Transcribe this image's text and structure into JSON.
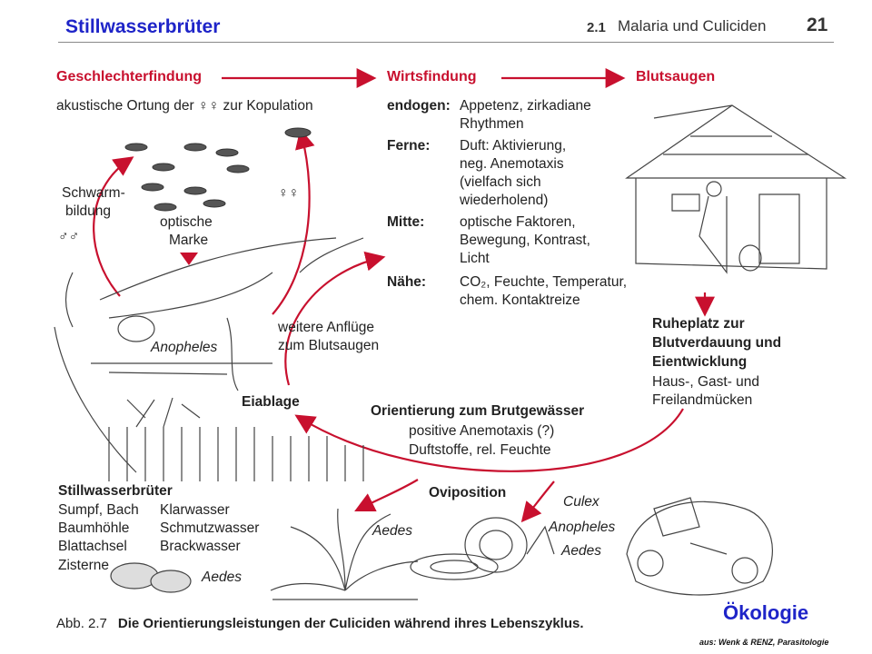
{
  "header": {
    "slide_title": "Stillwasserbrüter",
    "section_number": "2.1",
    "chapter_title": "Malaria und Culiciden",
    "page_number": "21"
  },
  "flow": {
    "geschlechterfindung": "Geschlechterfindung",
    "wirtsfindung": "Wirtsfindung",
    "blutsaugen": "Blutsaugen"
  },
  "mating": {
    "description": "akustische Ortung der ♀♀ zur Kopulation",
    "schwarmbildung_1": "Schwarm-",
    "schwarmbildung_2": "bildung",
    "males_symbol": "♂♂",
    "females_symbol": "♀♀",
    "optische_1": "optische",
    "optische_2": "Marke",
    "anopheles": "Anopheles"
  },
  "host_finding": [
    {
      "term": "endogen:",
      "lines": [
        "Appetenz, zirkadiane",
        "Rhythmen"
      ]
    },
    {
      "term": "Ferne:",
      "lines": [
        "Duft: Aktivierung,",
        "neg. Anemotaxis",
        "(vielfach sich",
        "wiederholend)"
      ]
    },
    {
      "term": "Mitte:",
      "lines": [
        "optische Faktoren,",
        "Bewegung, Kontrast,",
        "Licht"
      ]
    },
    {
      "term": "Nähe:",
      "lines": [
        "CO₂, Feuchte, Temperatur,",
        "chem. Kontaktreize"
      ]
    }
  ],
  "resting": {
    "title_1": "Ruheplatz zur",
    "title_2": "Blutverdauung und",
    "title_3": "Eientwicklung",
    "body_1": "Haus-, Gast- und",
    "body_2": "Freilandmücken"
  },
  "flights": {
    "line_1": "weitere Anflüge",
    "line_2": "zum Blutsaugen"
  },
  "eiablage": "Eiablage",
  "breeding_orientation": {
    "title": "Orientierung zum Brutgewässer",
    "line_1": "positive Anemotaxis (?)",
    "line_2": "Duftstoffe, rel. Feuchte"
  },
  "still_water": {
    "title": "Stillwasserbrüter",
    "col1": [
      "Sumpf, Bach",
      "Baumhöhle",
      "Blattachsel",
      "Zisterne"
    ],
    "col2": [
      "Klarwasser",
      "Schmutzwasser",
      "Brackwasser"
    ],
    "aedes": "Aedes"
  },
  "oviposition": {
    "title": "Oviposition",
    "aedes": "Aedes",
    "culex": "Culex",
    "anopheles": "Anopheles",
    "aedes_2": "Aedes"
  },
  "caption": {
    "figure": "Abb. 2.7",
    "text": "Die Orientierungsleistungen der Culiciden während ihres Lebenszyklus."
  },
  "footer": {
    "topic": "Ökologie",
    "credit": "aus: Wenk & RENZ, Parasitologie"
  },
  "colors": {
    "arrow_red": "#c8102e",
    "title_blue": "#1e24c8"
  }
}
